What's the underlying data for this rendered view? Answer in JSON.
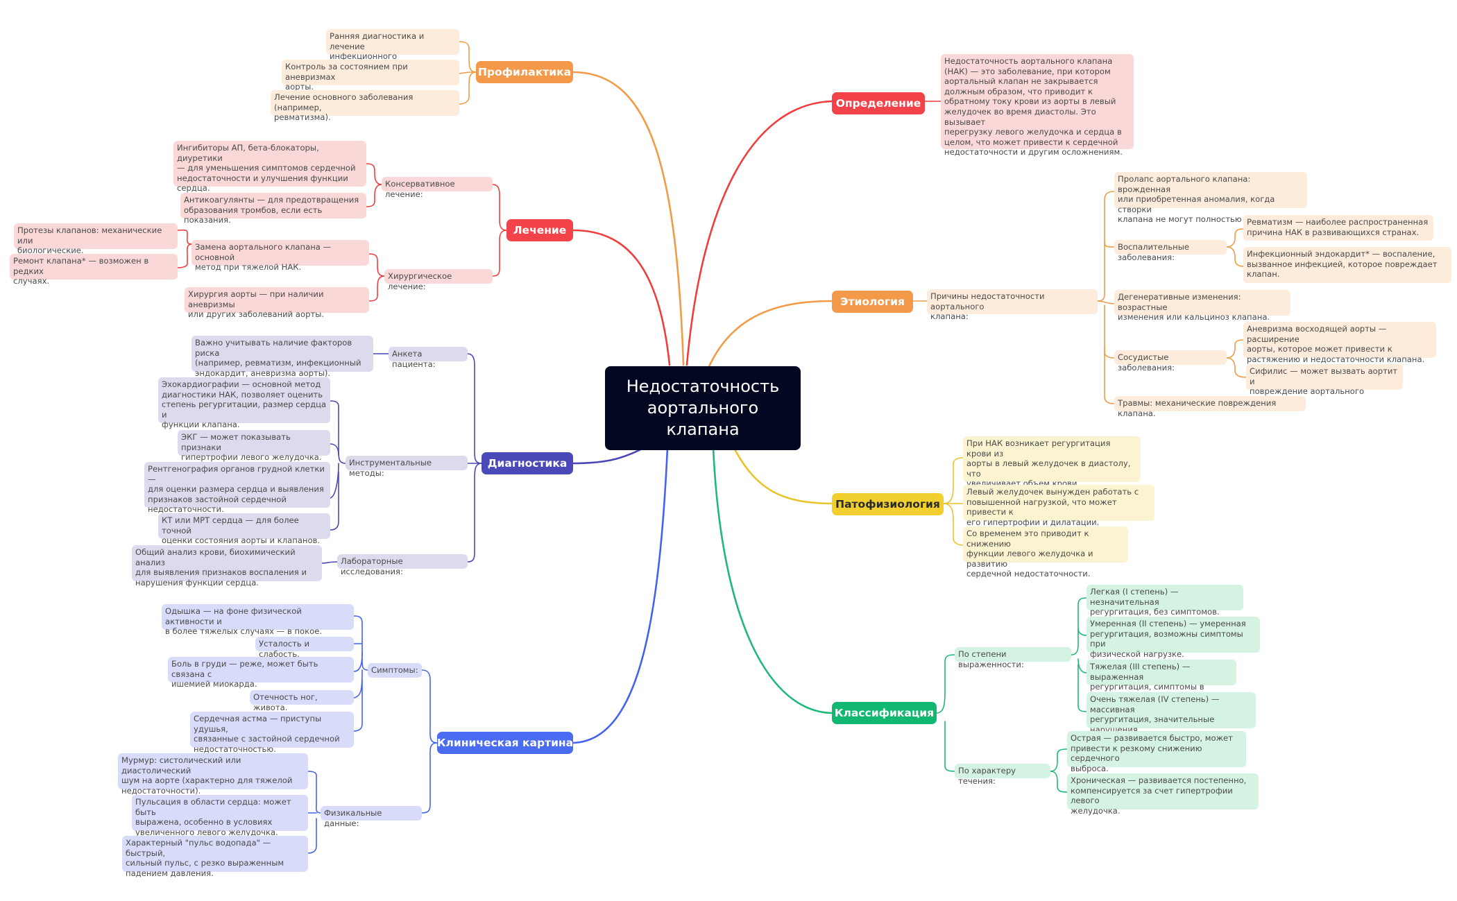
{
  "root": "Недостаточность\nаортального\nклапана",
  "definition": {
    "title": "Определение",
    "text": "Недостаточность аортального клапана\n(НАК) — это заболевание, при котором\nаортальный клапан не закрывается\nдолжным образом, что приводит к\nобратному току крови из аорты в левый\nжелудочек во время диастолы. Это вызывает\nперегрузку левого желудочка и сердца в\nцелом, что может привести к сердечной\nнедостаточности и другим осложнениям."
  },
  "etiology": {
    "title": "Этиология",
    "causes": "Причины недостаточности аортального\nклапана:",
    "prolapse": "Пролапс аортального клапана: врожденная\nили приобретенная аномалия, когда створки\nклапана не могут полностью закрыться.",
    "inflammatory": "Воспалительные заболевания:",
    "rheumatism": "Ревматизм — наиболее распространенная\nпричина НАК в развивающихся странах.",
    "endocarditis": "Инфекционный эндокардит* — воспаление,\nвызванное инфекцией, которое повреждает\nклапан.",
    "degenerative": "Дегенеративные изменения: возрастные\nизменения или кальциноз клапана.",
    "vascular": "Сосудистые заболевания:",
    "aneurysm": "Аневризма восходящей аорты — расширение\nаорты, которое может привести к\nрастяжению и недостаточности клапана.",
    "syphilis": "Сифилис — может вызвать аортит и\nповреждение аортального клапана.",
    "trauma": "Травмы: механические повреждения клапана."
  },
  "pathophysiology": {
    "title": "Патофизиология",
    "p1": "При НАК возникает регургитация крови из\nаорты в левый желудочек в диастолу, что\nувеличивает объем крови, поступающий в\nжелудочек.",
    "p2": "Левый желудочек вынужден работать с\nповышенной нагрузкой, что может привести к\nего гипертрофии и дилатации.",
    "p3": "Со временем это приводит к снижению\nфункции левого желудочка и развитию\nсердечной недостаточности."
  },
  "classification": {
    "title": "Классификация",
    "severity": "По степени выраженности:",
    "s1": "Легкая (I степень) — незначительная\nрегургитация, без симптомов.",
    "s2": "Умеренная (II степень) — умеренная\nрегургитация, возможны симптомы при\nфизической нагрузке.",
    "s3": "Тяжелая (III степень) — выраженная\nрегургитация, симптомы в покое.",
    "s4": "Очень тяжелая (IV степень) — массивная\nрегургитация, значительные нарушения\nгемодинамики.",
    "course": "По характеру течения:",
    "acute": "Острая — развивается быстро, может\nпривести к резкому снижению сердечного\nвыброса.",
    "chronic": "Хроническая — развивается постепенно,\nкомпенсируется за счет гипертрофии левого\nжелудочка."
  },
  "clinical": {
    "title": "Клиническая картина",
    "symptoms": "Симптомы:",
    "dyspnea": "Одышка — на фоне физической активности и\nв более тяжелых случаях — в покое.",
    "fatigue": "Усталость и слабость.",
    "chest_pain": "Боль в груди — реже, может быть связана с\nишемией миокарда.",
    "edema": "Отечность ног, живота.",
    "asthma": "Сердечная астма — приступы удушья,\nсвязанные с застойной сердечной\nнедостаточностью.",
    "physical": "Физикальные данные:",
    "murmur": "Мурмур: систолический или диастолический\nшум на аорте (характерно для тяжелой\nнедостаточности).",
    "pulsation": "Пульсация в области сердца: может быть\nвыражена, особенно в условиях\nувеличенного левого желудочка.",
    "water_hammer": "Характерный \"пульс водопада\" — быстрый,\nсильный пульс, с резко выраженным\nпадением давления."
  },
  "diagnostics": {
    "title": "Диагностика",
    "survey": "Анкета пациента:",
    "risk": "Важно учитывать наличие факторов риска\n(например, ревматизм, инфекционный\nэндокардит, аневризма аорты).",
    "instrumental": "Инструментальные методы:",
    "echo": "Эхокардиографии — основной метод\nдиагностики НАК, позволяет оценить\nстепень регургитации, размер сердца и\nфункции клапана.",
    "ecg": "ЭКГ — может показывать признаки\nгипертрофии левого желудочка.",
    "xray": "Рентгенография органов грудной клетки —\nдля оценки размера сердца и выявления\nпризнаков застойной сердечной\nнедостаточности.",
    "ct": "КТ или МРТ сердца — для более точной\nоценки состояния аорты и клапанов.",
    "lab": "Лабораторные исследования:",
    "blood": "Общий анализ крови, биохимический анализ\nдля выявления признаков воспаления и\nнарушения функции сердца."
  },
  "treatment": {
    "title": "Лечение",
    "conservative": "Консервативное лечение:",
    "drugs": "Ингибиторы АП, бета-блокаторы, диуретики\n— для уменьшения симптомов сердечной\nнедостаточности и улучшения функции\nсердца.",
    "anticoag": "Антикоагулянты — для предотвращения\nобразования тромбов, если есть показания.",
    "surgical": "Хирургическое лечение:",
    "replacement": "Замена аортального клапана — основной\nметод при тяжелой НАК.",
    "prostheses": "Протезы клапанов: механические или\nбиологические.",
    "repair": "Ремонт клапана* — возможен в редких\nслучаях.",
    "aorta": "Хирургия аорты — при наличии аневризмы\nили других заболеваний аорты."
  },
  "prevention": {
    "title": "Профилактика",
    "p1": "Ранняя диагностика и лечение\nинфекционного эндокардита.",
    "p2": "Контроль за состоянием при аневризмах\nаорты.",
    "p3": "Лечение основного заболевания (например,\nревматизма)."
  },
  "colors": {
    "root": "#030722",
    "red": "#f2424a",
    "orange": "#f4994a",
    "yellow": "#f0cf2f",
    "green": "#12b872",
    "blue": "#4a6cf2",
    "indigo": "#4b48b7"
  }
}
